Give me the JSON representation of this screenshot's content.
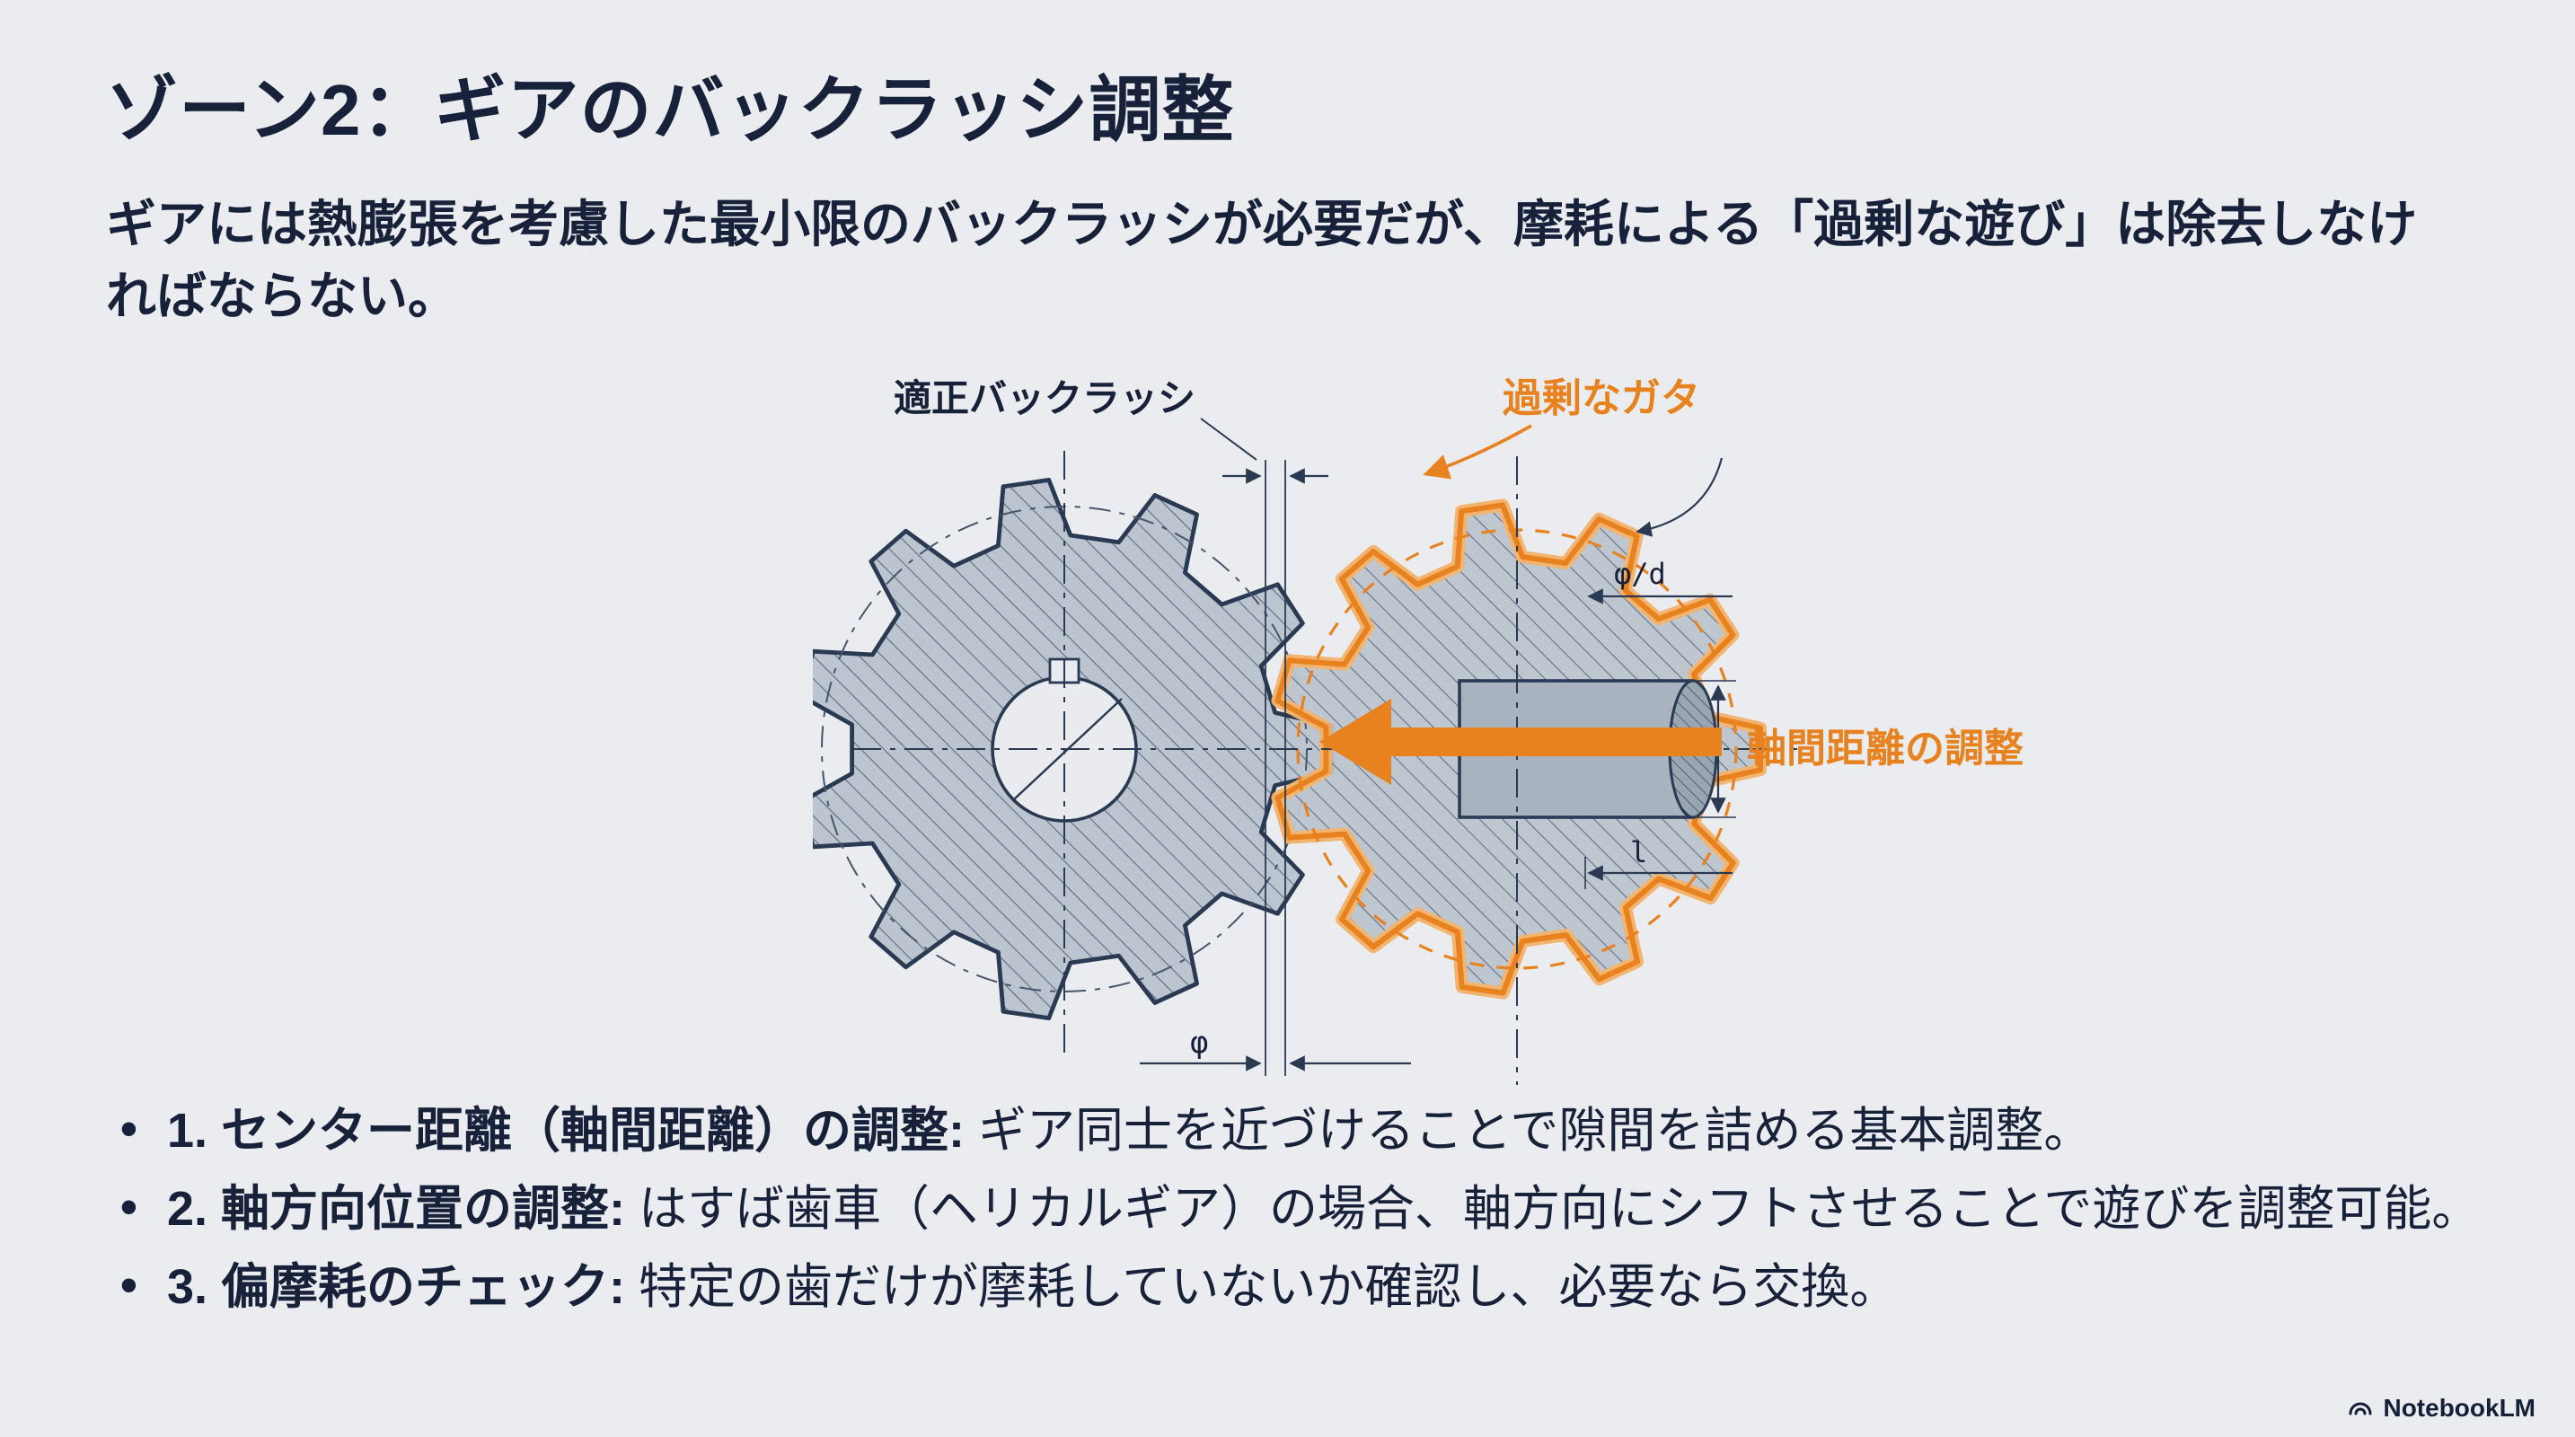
{
  "slide": {
    "title": "ゾーン2：ギアのバックラッシ調整",
    "intro": "ギアには熱膨張を考慮した最小限のバックラッシが必要だが、摩耗による「過剰な遊び」は除去しなければならない。",
    "bullets": [
      {
        "label": "1. センター距離（軸間距離）の調整:",
        "text": " ギア同士を近づけることで隙間を詰める基本調整。"
      },
      {
        "label": "2. 軸方向位置の調整:",
        "text": " はすば歯車（ヘリカルギア）の場合、軸方向にシフトさせることで遊びを調整可能。"
      },
      {
        "label": "3. 偏摩耗のチェック:",
        "text": " 特定の歯だけが摩耗していないか確認し、必要なら交換。"
      }
    ]
  },
  "diagram": {
    "label_proper_backlash": "適正バックラッシ",
    "label_excess_play": "過剰なガタ",
    "label_phi_d": "φ/d",
    "label_center_distance_adjust": "軸間距離の調整",
    "label_l": "l",
    "label_phi": "φ"
  },
  "footer": {
    "brand": "NotebookLM"
  },
  "colors": {
    "accent_orange": "#E8821F",
    "text_navy": "#17213A",
    "background": "#EBECEF",
    "gear_fill": "#BCC5CF"
  }
}
